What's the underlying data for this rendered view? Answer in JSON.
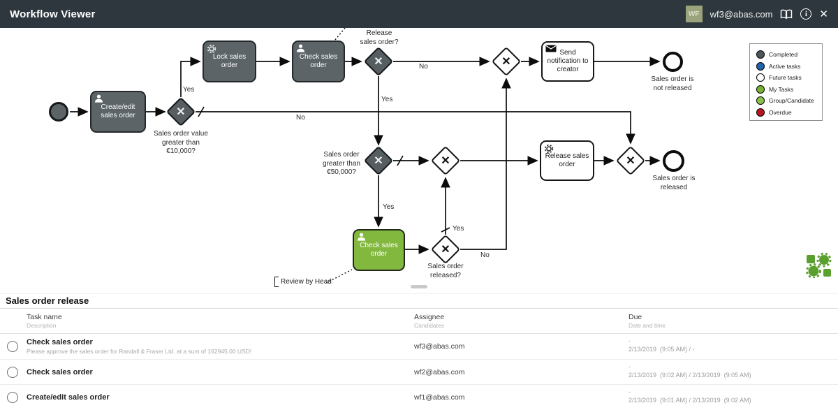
{
  "app": {
    "title": "Workflow Viewer",
    "user": {
      "initials": "WF",
      "email": "wf3@abas.com"
    },
    "icons": {
      "close_glyph": "✕",
      "info_glyph": "i"
    },
    "colors": {
      "topbar": "#2d373d",
      "dark_node": "#5c6468",
      "green_node": "#82b83e"
    }
  },
  "diagram": {
    "nodes": {
      "create_edit": {
        "label": "Create/edit sales order",
        "type": "user-task"
      },
      "lock": {
        "label": "Lock sales order",
        "type": "service-task"
      },
      "check_top": {
        "label": "Check sales order",
        "type": "user-task"
      },
      "send_notification": {
        "label": "Send notification\nto creator",
        "type": "message-task"
      },
      "release": {
        "label": "Release sales\norder",
        "type": "service-task"
      },
      "check_my": {
        "label": "Check sales order",
        "type": "user-task"
      }
    },
    "gateways": {
      "value_10000": {
        "question": "Sales order value\ngreater than\n€10,000?"
      },
      "release_q": {
        "question": "Release\nsales order?"
      },
      "value_50000": {
        "question": "Sales order\ngreater than\n€50,000?"
      },
      "released_q": {
        "question": "Sales order\nreleased?"
      }
    },
    "flow_labels": {
      "yes_gw1": "Yes",
      "no_gw1": "No",
      "no_top": "No",
      "yes_top_down": "Yes",
      "yes_mid_down": "Yes",
      "yes_released_up": "Yes",
      "no_released": "No"
    },
    "end_labels": {
      "not_released": "Sales order is\nnot released",
      "released": "Sales order is\nreleased"
    },
    "annotation": "Review by Head",
    "legend": {
      "items": [
        {
          "label": "Completed",
          "color": "#4f565a"
        },
        {
          "label": "Active tasks",
          "color": "#2263ad"
        },
        {
          "label": "Future tasks",
          "color": "#ffffff"
        },
        {
          "label": "My Tasks",
          "color": "#74b432"
        },
        {
          "label": "Group/Candidate",
          "color": "#8bc34a"
        },
        {
          "label": "Overdue",
          "color": "#bd1421"
        }
      ]
    }
  },
  "panel": {
    "title": "Sales order release",
    "columns": [
      {
        "title": "Task name",
        "subtitle": "Description"
      },
      {
        "title": "Assignee",
        "subtitle": "Candidates"
      },
      {
        "title": "Due",
        "subtitle": "Date and time"
      }
    ],
    "rows": [
      {
        "name": "Check sales order",
        "description": "Please approve the sales order for Randall & Fraser Ltd. at a sum of 162945.00 USD!",
        "assignee": "wf3@abas.com",
        "due_top": "-",
        "due_bottom": "2/13/2019  (9:05 AM) / -"
      },
      {
        "name": "Check sales order",
        "description": "",
        "assignee": "wf2@abas.com",
        "due_top": "-",
        "due_bottom": "2/13/2019  (9:02 AM) / 2/13/2019  (9:05 AM)"
      },
      {
        "name": "Create/edit sales order",
        "description": "",
        "assignee": "wf1@abas.com",
        "due_top": "-",
        "due_bottom": "2/13/2019  (9:01 AM) / 2/13/2019  (9:02 AM)"
      }
    ]
  }
}
